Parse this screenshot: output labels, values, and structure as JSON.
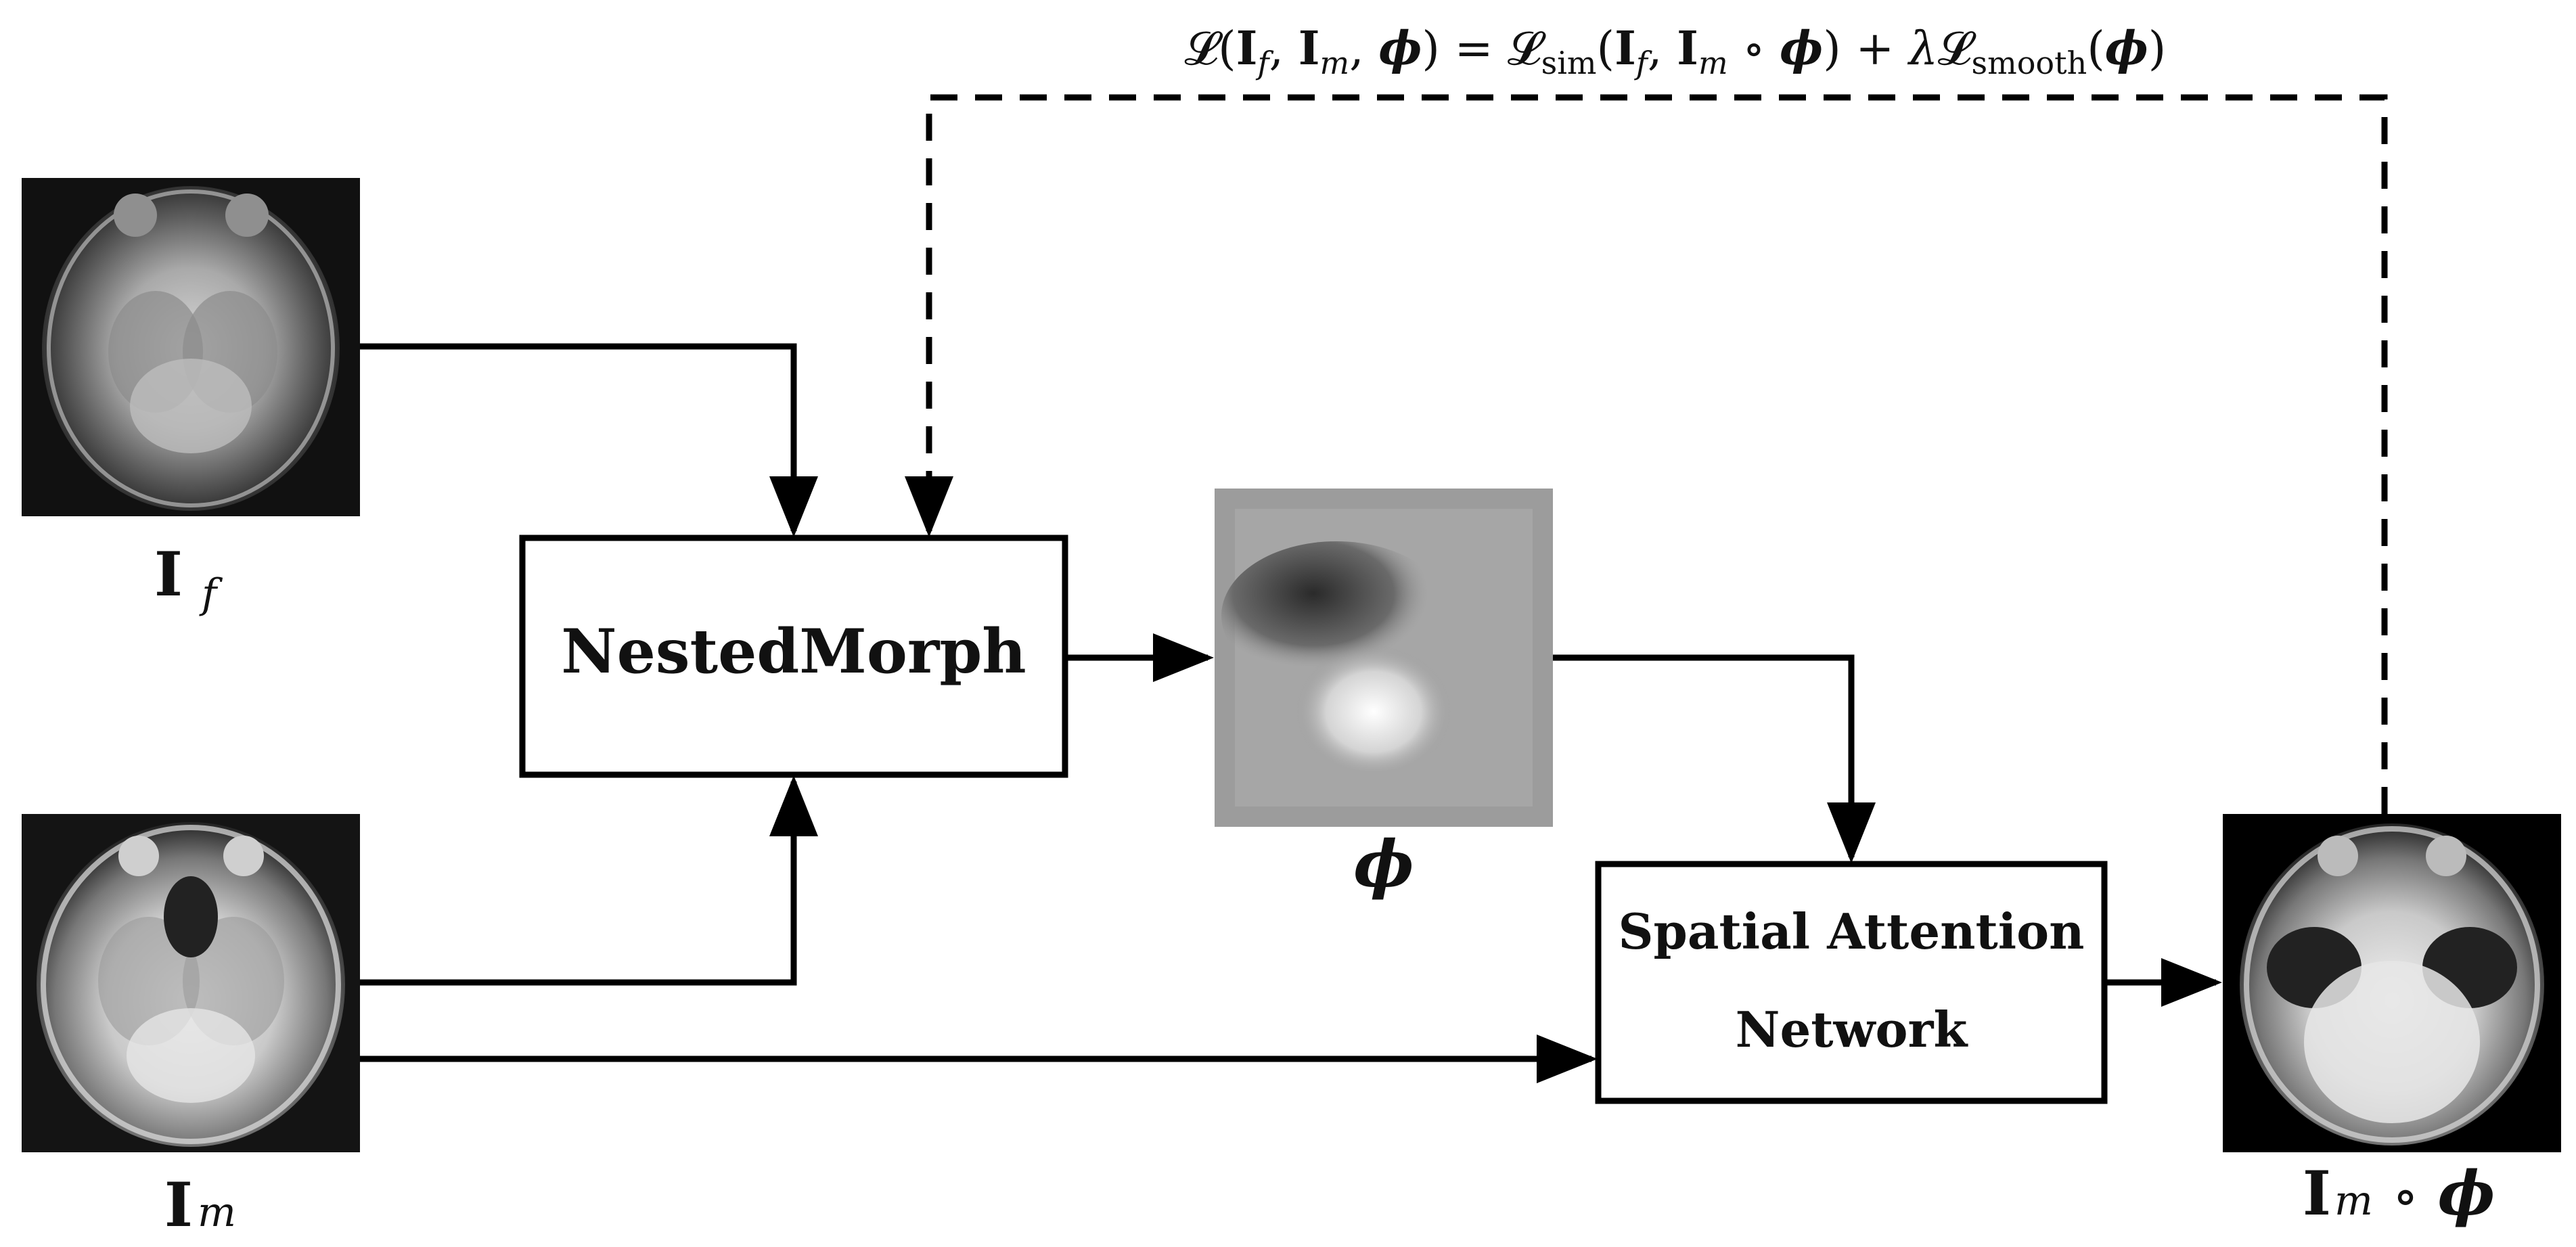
{
  "loss_formula": {
    "L": "𝓛",
    "open": "(",
    "If": "I",
    "f_sub": "f",
    "comma1": ", ",
    "Im": "I",
    "m_sub": "m",
    "comma2": ", ",
    "phi": "ϕ",
    "close_eq": ") = ",
    "L_sim": "𝓛",
    "sim_sub": "sim",
    "open2": "(",
    "If2": "I",
    "f_sub2": "f",
    "comma3": ", ",
    "Im2": "I",
    "m_sub2": "m",
    "circ": " ∘ ",
    "phi2": "ϕ",
    "close_plus": ") + ",
    "lambda": "λ",
    "L_smooth": "𝓛",
    "smooth_sub": "smooth",
    "open3": "(",
    "phi3": "ϕ",
    "close3": ")"
  },
  "labels": {
    "fixed_I": "I",
    "fixed_sub": "f",
    "moving_I": "I",
    "moving_sub": "m",
    "field_phi": "ϕ",
    "warped_I": "I",
    "warped_sub": "m",
    "warped_circ": "∘",
    "warped_phi": "ϕ"
  },
  "blocks": {
    "nested": "NestedMorph",
    "attention_line1": "Spatial Attention",
    "attention_line2": "Network"
  }
}
